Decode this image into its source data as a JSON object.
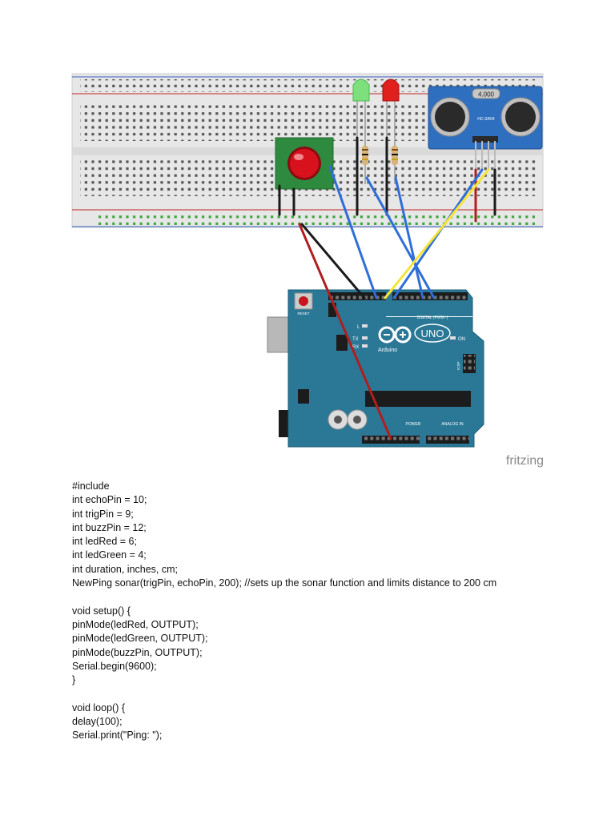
{
  "figure": {
    "watermark": "fritzing",
    "arduino": {
      "logo_text": "UNO",
      "brand_text": "Arduino",
      "reset_label": "RESET",
      "header_label": "DIGITAL (PWM~)",
      "power_label": "POWER",
      "analog_label": "ANALOG IN",
      "on_label": "ON",
      "icsp_label": "ICSP",
      "tx_label": "TX",
      "rx_label": "RX",
      "l_label": "L"
    },
    "sensor": {
      "crystal_text": "4.000",
      "model_text": "HC-SR04"
    },
    "colors": {
      "breadboard": "#e7e7e7",
      "rail_red": "#c84a4a",
      "rail_blue": "#5a7ac8",
      "board": "#2a7896",
      "sensor_board": "#2f6fc0",
      "wire_black": "#1a1a1a",
      "wire_red": "#b01e1e",
      "wire_blue": "#2f6ed8",
      "wire_yellow": "#f5e43a",
      "button_base": "#2e8a3e",
      "button_cap": "#d8121c",
      "led_green": "#7de07d",
      "led_red": "#e0201c"
    }
  },
  "code": {
    "lines": [
      "#include",
      "int echoPin = 10;",
      "int trigPin = 9;",
      "int buzzPin = 12;",
      "int ledRed = 6;",
      "int ledGreen = 4;",
      "int duration, inches, cm;",
      "NewPing sonar(trigPin, echoPin, 200); //sets up the sonar function and limits distance to 200 cm",
      "",
      "void setup() {",
      "pinMode(ledRed, OUTPUT);",
      "pinMode(ledGreen, OUTPUT);",
      "pinMode(buzzPin, OUTPUT);",
      "Serial.begin(9600);",
      "}",
      "",
      "void loop() {",
      "delay(100);",
      "Serial.print(\"Ping: \");"
    ]
  }
}
